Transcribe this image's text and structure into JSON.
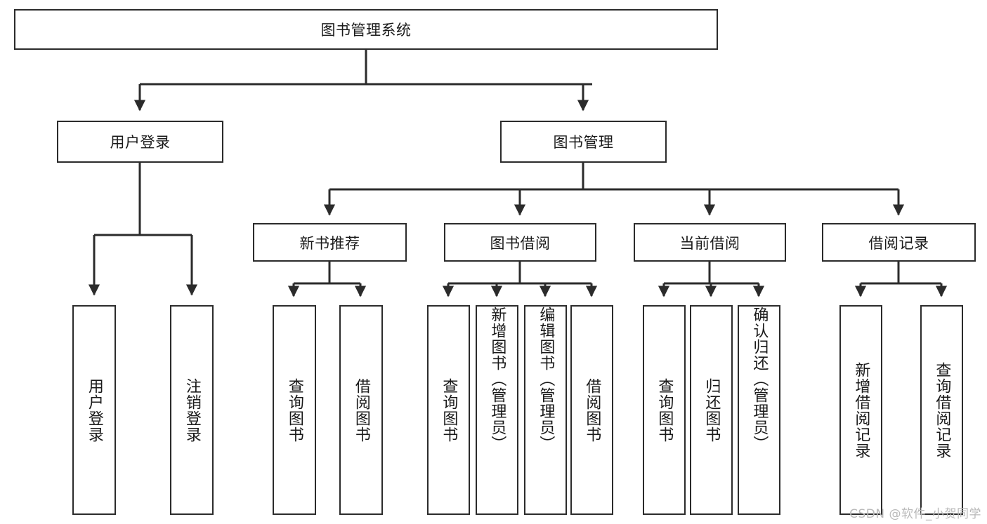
{
  "diagram": {
    "type": "tree-hierarchy",
    "title": "图书管理系统",
    "watermark": "CSDN @软件_小贺同学",
    "colors": {
      "stroke": "#2b2b2b",
      "fill": "#ffffff",
      "text": "#1a1a1a",
      "watermark": "#b9b9b9"
    },
    "root": {
      "label": "图书管理系统"
    },
    "level2": [
      {
        "label": "用户登录"
      },
      {
        "label": "图书管理"
      }
    ],
    "level3": [
      {
        "label": "新书推荐"
      },
      {
        "label": "图书借阅"
      },
      {
        "label": "当前借阅"
      },
      {
        "label": "借阅记录"
      }
    ],
    "leaves": {
      "user_login": [
        {
          "label": "用户登录"
        },
        {
          "label": "注销登录"
        }
      ],
      "new_book": [
        {
          "label": "查询图书"
        },
        {
          "label": "借阅图书"
        }
      ],
      "book_borrow": [
        {
          "label": "查询图书"
        },
        {
          "label": "新增图书（管理员）"
        },
        {
          "label": "编辑图书（管理员）"
        },
        {
          "label": "借阅图书"
        }
      ],
      "current_borrow": [
        {
          "label": "查询图书"
        },
        {
          "label": "归还图书"
        },
        {
          "label": "确认归还（管理员）"
        }
      ],
      "borrow_record": [
        {
          "label": "新增借阅记录"
        },
        {
          "label": "查询借阅记录"
        }
      ]
    }
  }
}
